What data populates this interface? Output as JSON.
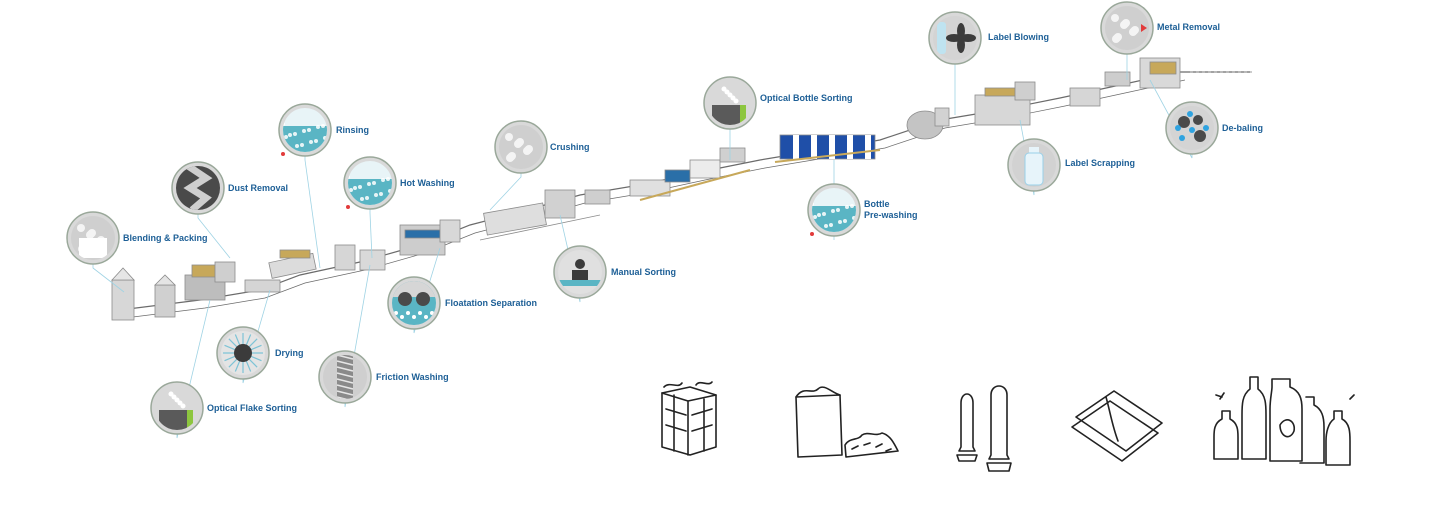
{
  "stations": [
    {
      "id": "blending-packing",
      "label": "Blending & Packing",
      "theme": "white",
      "icon": "bag-icon"
    },
    {
      "id": "dust-removal",
      "label": "Dust Removal",
      "theme": "dark",
      "icon": "zigzag-icon"
    },
    {
      "id": "rinsing",
      "label": "Rinsing",
      "theme": "water",
      "icon": "water-icon"
    },
    {
      "id": "hot-washing",
      "label": "Hot Washing",
      "theme": "water",
      "icon": "water-icon"
    },
    {
      "id": "crushing",
      "label": "Crushing",
      "theme": "white",
      "icon": "flakes-icon"
    },
    {
      "id": "optical-bottle-sorting",
      "label": "Optical Bottle Sorting",
      "theme": "sorter",
      "icon": "sorter-icon"
    },
    {
      "id": "label-blowing",
      "label": "Label Blowing",
      "theme": "fan",
      "icon": "fan-icon"
    },
    {
      "id": "metal-removal",
      "label": "Metal Removal",
      "theme": "white",
      "icon": "magnet-icon"
    },
    {
      "id": "de-baling",
      "label": "De-baling",
      "theme": "bubbles",
      "icon": "bubbles-icon"
    },
    {
      "id": "label-scrapping",
      "label": "Label Scrapping",
      "theme": "bottle",
      "icon": "bottle-icon"
    },
    {
      "id": "bottle-pre-washing",
      "label": "Bottle",
      "label2": "Pre-washing",
      "theme": "water",
      "icon": "water-icon"
    },
    {
      "id": "manual-sorting",
      "label": "Manual Sorting",
      "theme": "person",
      "icon": "person-icon"
    },
    {
      "id": "floatation-separation",
      "label": "Floatation   Separation",
      "theme": "float",
      "icon": "float-icon"
    },
    {
      "id": "friction-washing",
      "label": "Friction Washing",
      "theme": "screw",
      "icon": "screw-icon"
    },
    {
      "id": "drying",
      "label": "Drying",
      "theme": "dryer",
      "icon": "dryer-icon"
    },
    {
      "id": "optical-flake-sorting",
      "label": "Optical Flake Sorting",
      "theme": "sorter",
      "icon": "sorter-icon"
    }
  ],
  "products": [
    {
      "id": "bale",
      "icon": "bale-icon"
    },
    {
      "id": "flakes-bag",
      "icon": "flakes-bag-icon"
    },
    {
      "id": "preforms",
      "icon": "preform-icon"
    },
    {
      "id": "sheets",
      "icon": "sheet-icon"
    },
    {
      "id": "bottles",
      "icon": "bottles-icon"
    }
  ],
  "colors": {
    "label": "#1d5f96",
    "circle_fill": "#d9d9d9",
    "circle_ring": "#9aa89a",
    "leader": "#9fd3e4",
    "water": "#5ab5c4",
    "accent_green": "#8dc63f",
    "accent_red": "#e23b3b",
    "machine_blue": "#1f4fa8"
  }
}
